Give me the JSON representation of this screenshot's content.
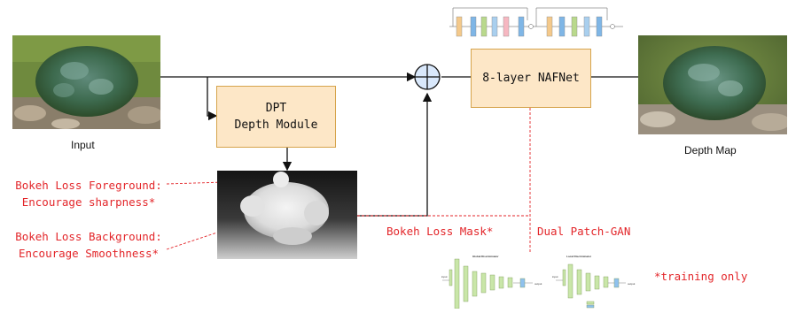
{
  "nodes": {
    "input_caption": "Input",
    "depth_module_line1": "DPT",
    "depth_module_line2": "Depth Module",
    "nafnet": "8-layer NAFNet",
    "output_caption": "Depth Map"
  },
  "annotations": {
    "fg_line1": "Bokeh Loss Foreground:",
    "fg_line2": "Encourage sharpness*",
    "bg_line1": "Bokeh Loss Background:",
    "bg_line2": "Encourage Smoothness*",
    "mask": "Bokeh Loss Mask*",
    "patchgan": "Dual Patch-GAN",
    "training_only": "*training only"
  },
  "discriminator": {
    "global_title": "Global Discriminator",
    "local_title": "Local Discriminator",
    "input_label": "input",
    "output_label": "output"
  },
  "colors": {
    "module_fill": "#fde7c7",
    "module_border": "#d6a44c",
    "annotation_red": "#e3262a",
    "adder_fill": "#d9e8fb"
  }
}
